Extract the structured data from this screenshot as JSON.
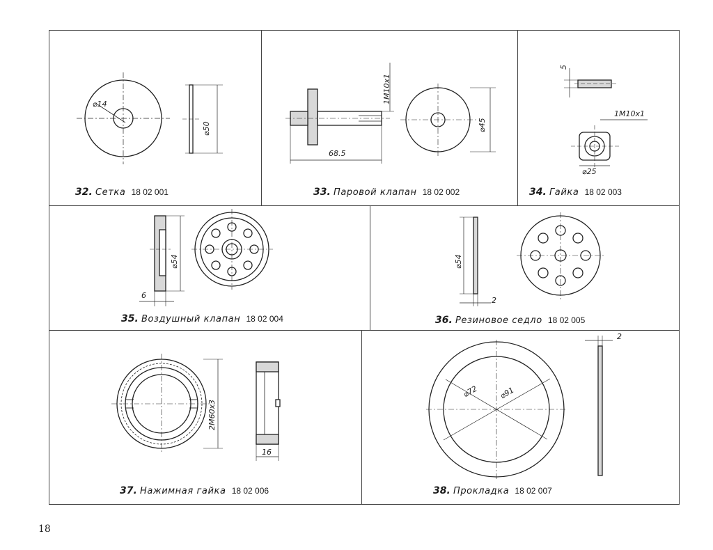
{
  "parts": [
    {
      "number": "32.",
      "name": "Сетка",
      "code": "18 02 001",
      "dims": [
        "⌀14",
        "⌀50"
      ]
    },
    {
      "number": "33.",
      "name": "Паровой клапан",
      "code": "18 02 002",
      "dims": [
        "1M10x1",
        "68.5",
        "⌀45"
      ]
    },
    {
      "number": "34.",
      "name": "Гайка",
      "code": "18 02 003",
      "dims": [
        "5",
        "1M10x1",
        "⌀25"
      ]
    },
    {
      "number": "35.",
      "name": "Воздушный клапан",
      "code": "18 02 004",
      "dims": [
        "⌀54",
        "6"
      ]
    },
    {
      "number": "36.",
      "name": "Резиновое седло",
      "code": "18 02 005",
      "dims": [
        "⌀54",
        "2"
      ]
    },
    {
      "number": "37.",
      "name": "Нажимная гайка",
      "code": "18 02 006",
      "dims": [
        "2M60x3",
        "16"
      ]
    },
    {
      "number": "38.",
      "name": "Прокладка",
      "code": "18 02 007",
      "dims": [
        "⌀72",
        "⌀91",
        "2"
      ]
    }
  ],
  "page_number": "18",
  "colors": {
    "ink": "#1a1a1a",
    "hatch": "#555555",
    "paper": "#ffffff"
  }
}
